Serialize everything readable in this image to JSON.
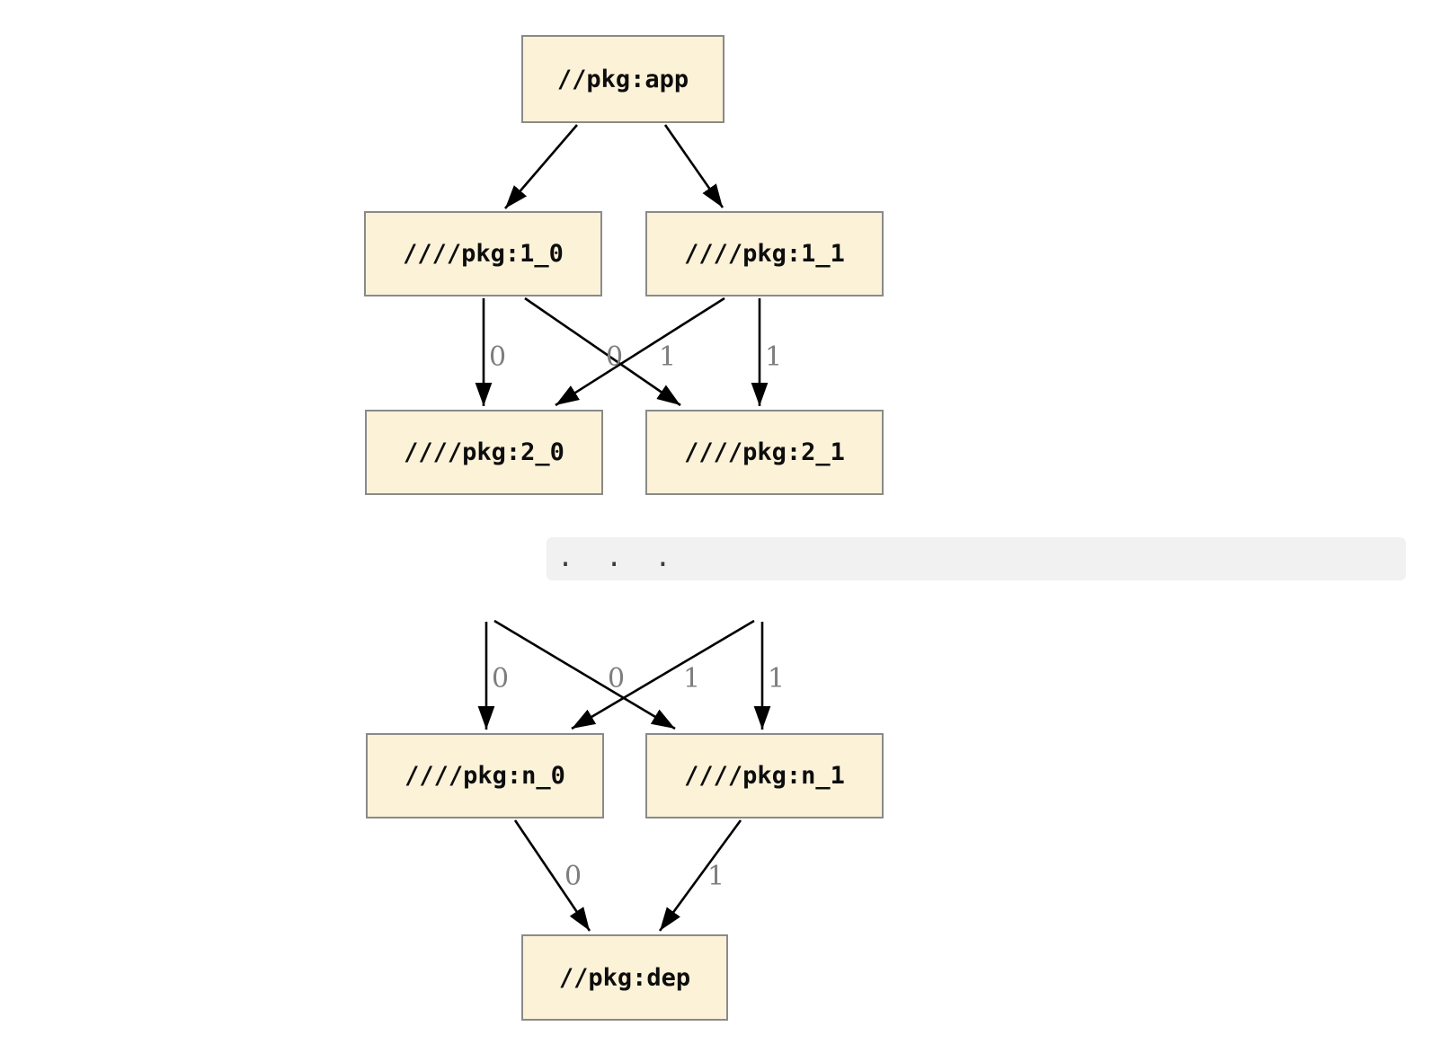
{
  "diagram": {
    "kind": "dependency-graph",
    "orientation": "top-down",
    "colors": {
      "node_fill": "#fbf2d8",
      "node_border": "#8a8a8a",
      "edge": "#000000",
      "edge_label": "#7e7e7e",
      "ellipsis_band_bg": "#f1f1f1",
      "background": "#ffffff"
    },
    "nodes": {
      "app": {
        "label": "//pkg:app"
      },
      "l1_0": {
        "label": "////pkg:1_0"
      },
      "l1_1": {
        "label": "////pkg:1_1"
      },
      "l2_0": {
        "label": "////pkg:2_0"
      },
      "l2_1": {
        "label": "////pkg:2_1"
      },
      "ln_0": {
        "label": "////pkg:n_0"
      },
      "ln_1": {
        "label": "////pkg:n_1"
      },
      "dep": {
        "label": "//pkg:dep"
      }
    },
    "edge_labels": {
      "l1_0_to_l2_0": "0",
      "l1_1_to_l2_0": "0",
      "l1_0_to_l2_1": "1",
      "l1_1_to_l2_1": "1",
      "hidden_to_n_0": "0",
      "hidden_cross_to_n_0": "0",
      "hidden_cross_to_n_1": "1",
      "hidden_to_n_1": "1",
      "n_0_to_dep": "0",
      "n_1_to_dep": "1"
    },
    "edges": [
      {
        "from": "//pkg:app",
        "to": "////pkg:1_0",
        "label": ""
      },
      {
        "from": "//pkg:app",
        "to": "////pkg:1_1",
        "label": ""
      },
      {
        "from": "////pkg:1_0",
        "to": "////pkg:2_0",
        "label": "0"
      },
      {
        "from": "////pkg:1_0",
        "to": "////pkg:2_1",
        "label": "1"
      },
      {
        "from": "////pkg:1_1",
        "to": "////pkg:2_0",
        "label": "0"
      },
      {
        "from": "////pkg:1_1",
        "to": "////pkg:2_1",
        "label": "1"
      },
      {
        "from": "…",
        "to": "////pkg:n_0",
        "label": "0"
      },
      {
        "from": "…",
        "to": "////pkg:n_0",
        "label": "0"
      },
      {
        "from": "…",
        "to": "////pkg:n_1",
        "label": "1"
      },
      {
        "from": "…",
        "to": "////pkg:n_1",
        "label": "1"
      },
      {
        "from": "////pkg:n_0",
        "to": "//pkg:dep",
        "label": "0"
      },
      {
        "from": "////pkg:n_1",
        "to": "//pkg:dep",
        "label": "1"
      }
    ],
    "ellipsis": ".  .  ."
  }
}
